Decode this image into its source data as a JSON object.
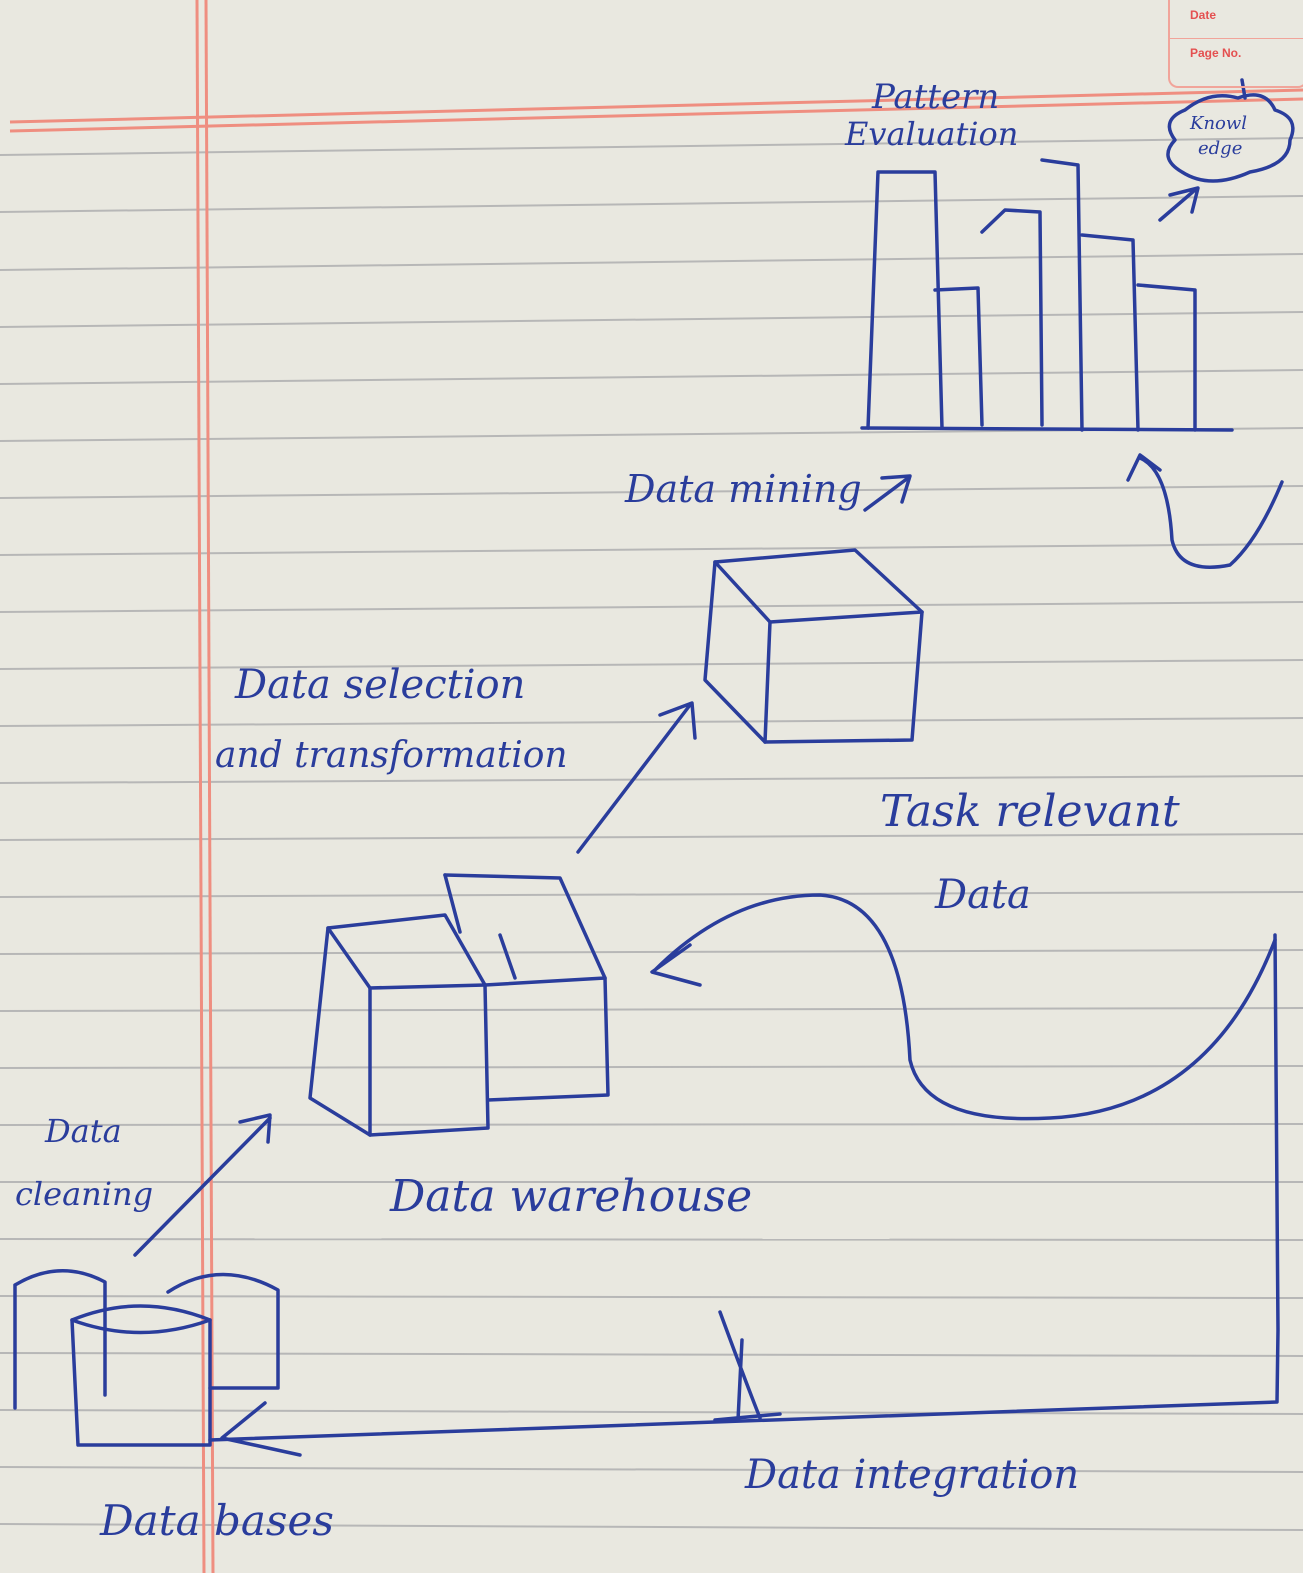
{
  "page": {
    "header_fields": {
      "date_label": "Date",
      "page_label": "Page No."
    },
    "colors": {
      "paper": "#e9e8e0",
      "rule": "#8f9096",
      "margin": "#ef8e80",
      "ink": "#2a3d9c"
    }
  },
  "labels": {
    "pattern_evaluation": [
      "Pattern",
      "Evaluation"
    ],
    "knowledge": [
      "Knowl",
      "edge"
    ],
    "data_mining": "Data mining",
    "data_selection": [
      "Data selection",
      "and transformation"
    ],
    "task_relevant": [
      "Task relevant",
      "Data"
    ],
    "data_cleaning": [
      "Data",
      "cleaning"
    ],
    "data_warehouse": "Data warehouse",
    "data_bases": "Data bases",
    "data_integration": "Data integration"
  }
}
